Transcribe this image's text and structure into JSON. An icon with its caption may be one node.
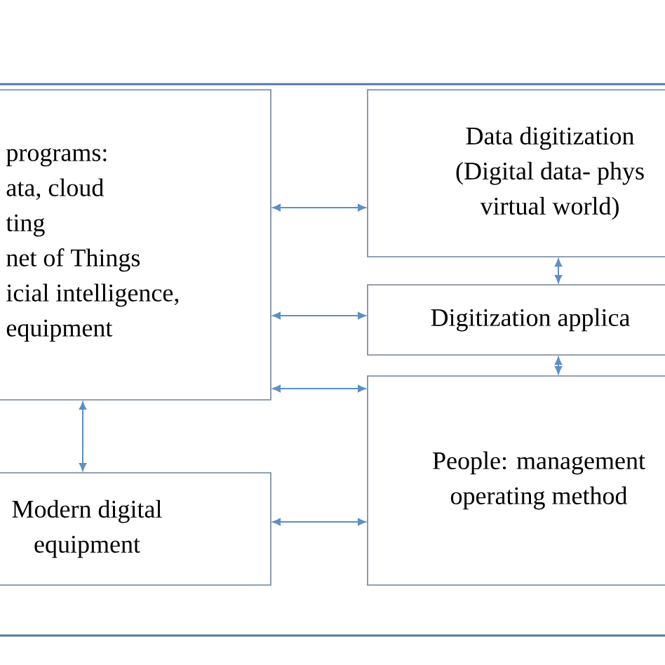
{
  "diagram": {
    "nodes": [
      {
        "text": [
          "programs:",
          "ata, cloud ting",
          "net of Things",
          "icial intelligence, equipment"
        ]
      },
      {
        "text": [
          "Data digitization",
          "(Digital data- phys virtual world)"
        ]
      },
      {
        "text": [
          "Digitization applica"
        ]
      },
      {
        "text": [
          "People: management operating method"
        ]
      },
      {
        "text": [
          "Modern digital equipment"
        ]
      }
    ],
    "edges": [
      {
        "from": 0,
        "to": 1,
        "arrow": "both"
      },
      {
        "from": 0,
        "to": 2,
        "arrow": "both"
      },
      {
        "from": 0,
        "to": 3,
        "arrow": "both"
      },
      {
        "from": 1,
        "to": 2,
        "arrow": "both"
      },
      {
        "from": 2,
        "to": 3,
        "arrow": "both"
      },
      {
        "from": 0,
        "to": 4,
        "arrow": "both"
      },
      {
        "from": 4,
        "to": 3,
        "arrow": "both"
      }
    ]
  }
}
